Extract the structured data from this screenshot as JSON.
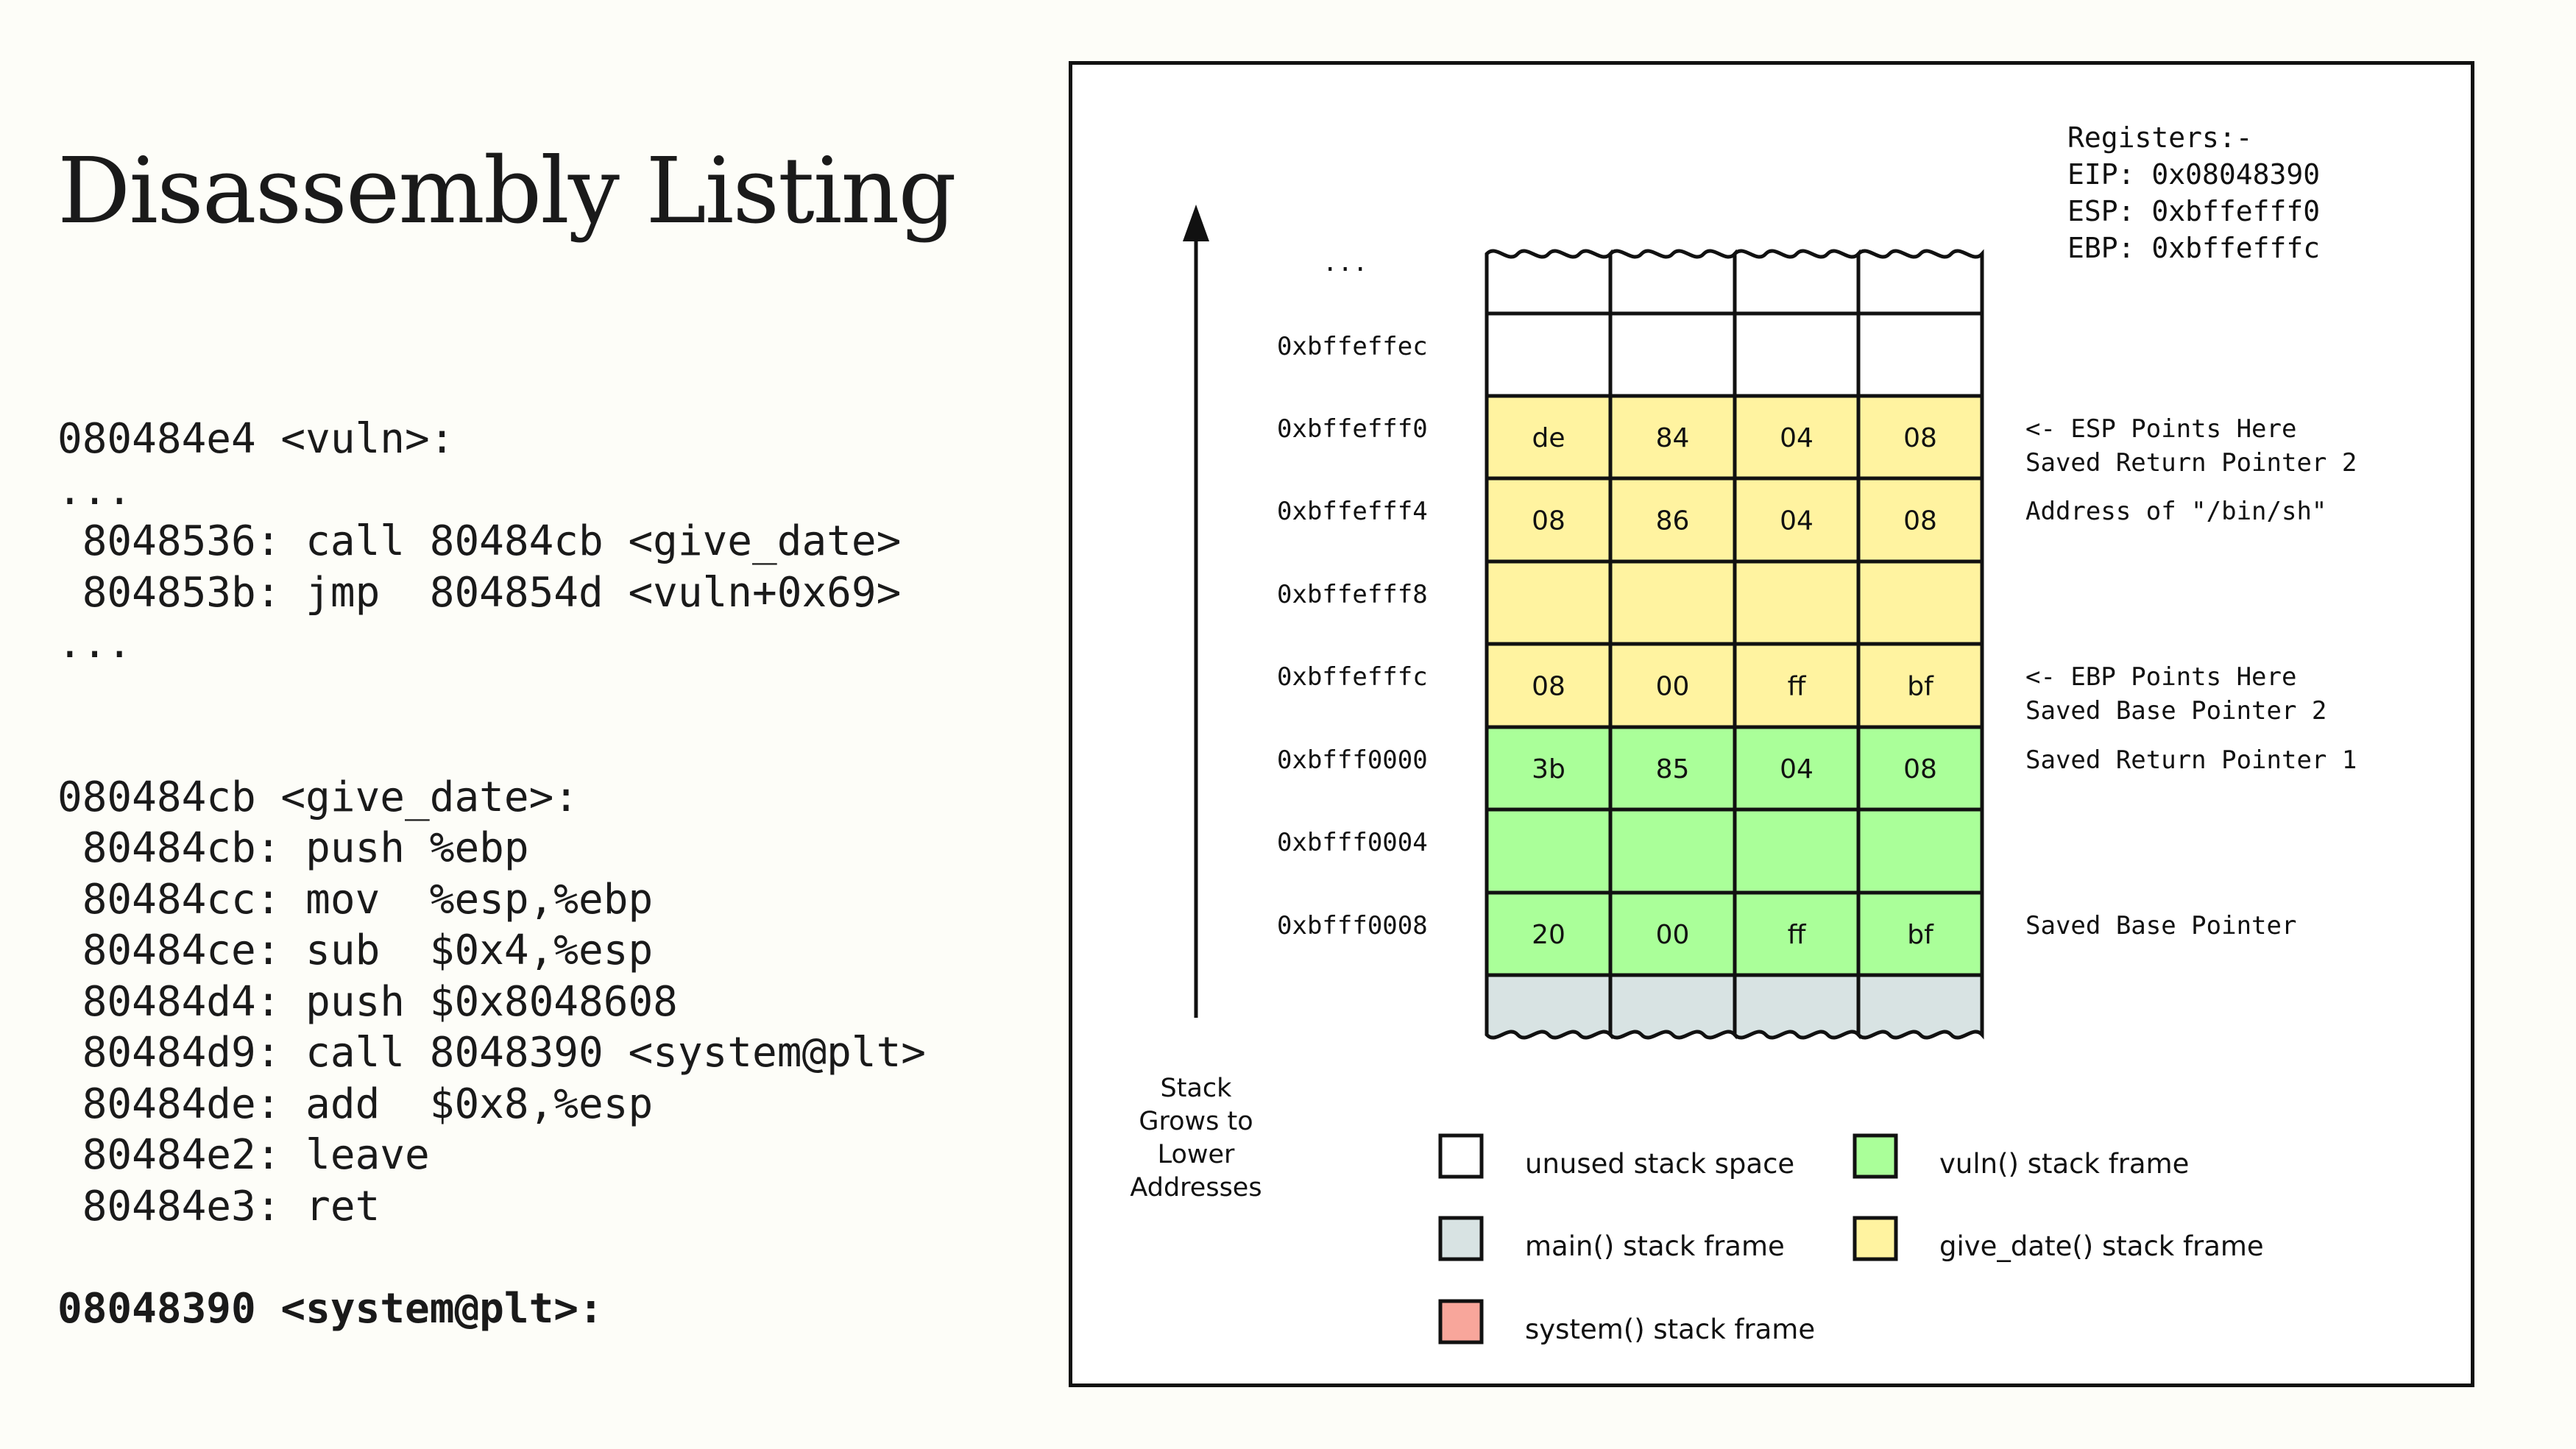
{
  "title": "Disassembly Listing",
  "listing": [
    {
      "text": "080484e4 <vuln>:",
      "bold": false
    },
    {
      "text": "...",
      "bold": false
    },
    {
      "text": " 8048536: call 80484cb <give_date>",
      "bold": false
    },
    {
      "text": " 804853b: jmp  804854d <vuln+0x69>",
      "bold": false
    },
    {
      "text": "...",
      "bold": false
    },
    {
      "text": "",
      "bold": false
    },
    {
      "text": "",
      "bold": false
    },
    {
      "text": "080484cb <give_date>:",
      "bold": false
    },
    {
      "text": " 80484cb: push %ebp",
      "bold": false
    },
    {
      "text": " 80484cc: mov  %esp,%ebp",
      "bold": false
    },
    {
      "text": " 80484ce: sub  $0x4,%esp",
      "bold": false
    },
    {
      "text": " 80484d4: push $0x8048608",
      "bold": false
    },
    {
      "text": " 80484d9: call 8048390 <system@plt>",
      "bold": false
    },
    {
      "text": " 80484de: add  $0x8,%esp",
      "bold": false
    },
    {
      "text": " 80484e2: leave",
      "bold": false
    },
    {
      "text": " 80484e3: ret",
      "bold": false
    },
    {
      "text": "",
      "bold": false
    },
    {
      "text": "08048390 <system@plt>:",
      "bold": true
    }
  ],
  "registers": [
    "Registers:-",
    "EIP: 0x08048390",
    "ESP: 0xbffefff0",
    "EBP: 0xbffefffc"
  ],
  "top_ellipsis": "...",
  "stack": [
    {
      "address": "",
      "frame": "unused",
      "bytes": [
        "",
        "",
        "",
        ""
      ],
      "notes": []
    },
    {
      "address": "0xbffeffec",
      "frame": "unused",
      "bytes": [
        "",
        "",
        "",
        ""
      ],
      "notes": []
    },
    {
      "address": "0xbffefff0",
      "frame": "give_date",
      "bytes": [
        "de",
        "84",
        "04",
        "08"
      ],
      "notes": [
        "<- ESP Points Here",
        "Saved Return Pointer 2"
      ]
    },
    {
      "address": "0xbffefff4",
      "frame": "give_date",
      "bytes": [
        "08",
        "86",
        "04",
        "08"
      ],
      "notes": [
        "Address of \"/bin/sh\""
      ]
    },
    {
      "address": "0xbffefff8",
      "frame": "give_date",
      "bytes": [
        "",
        "",
        "",
        ""
      ],
      "notes": []
    },
    {
      "address": "0xbffefffc",
      "frame": "give_date",
      "bytes": [
        "08",
        "00",
        "ff",
        "bf"
      ],
      "notes": [
        "<- EBP Points Here",
        "Saved Base Pointer 2"
      ]
    },
    {
      "address": "0xbfff0000",
      "frame": "vuln",
      "bytes": [
        "3b",
        "85",
        "04",
        "08"
      ],
      "notes": [
        "Saved Return Pointer 1"
      ]
    },
    {
      "address": "0xbfff0004",
      "frame": "vuln",
      "bytes": [
        "",
        "",
        "",
        ""
      ],
      "notes": []
    },
    {
      "address": "0xbfff0008",
      "frame": "vuln",
      "bytes": [
        "20",
        "00",
        "ff",
        "bf"
      ],
      "notes": [
        "Saved Base Pointer"
      ]
    },
    {
      "address": "",
      "frame": "main",
      "bytes": [
        "",
        "",
        "",
        ""
      ],
      "notes": []
    }
  ],
  "grows_label": [
    "Stack",
    "Grows to",
    "Lower",
    "Addresses"
  ],
  "legend": [
    {
      "key": "unused",
      "label": "unused stack space",
      "color": "#ffffff"
    },
    {
      "key": "vuln",
      "label": "vuln() stack frame",
      "color": "#aaff99"
    },
    {
      "key": "main",
      "label": "main() stack frame",
      "color": "#d8e3e3"
    },
    {
      "key": "give_date",
      "label": "give_date() stack frame",
      "color": "#fff3a0"
    },
    {
      "key": "system",
      "label": "system() stack frame",
      "color": "#f8a69b"
    }
  ]
}
